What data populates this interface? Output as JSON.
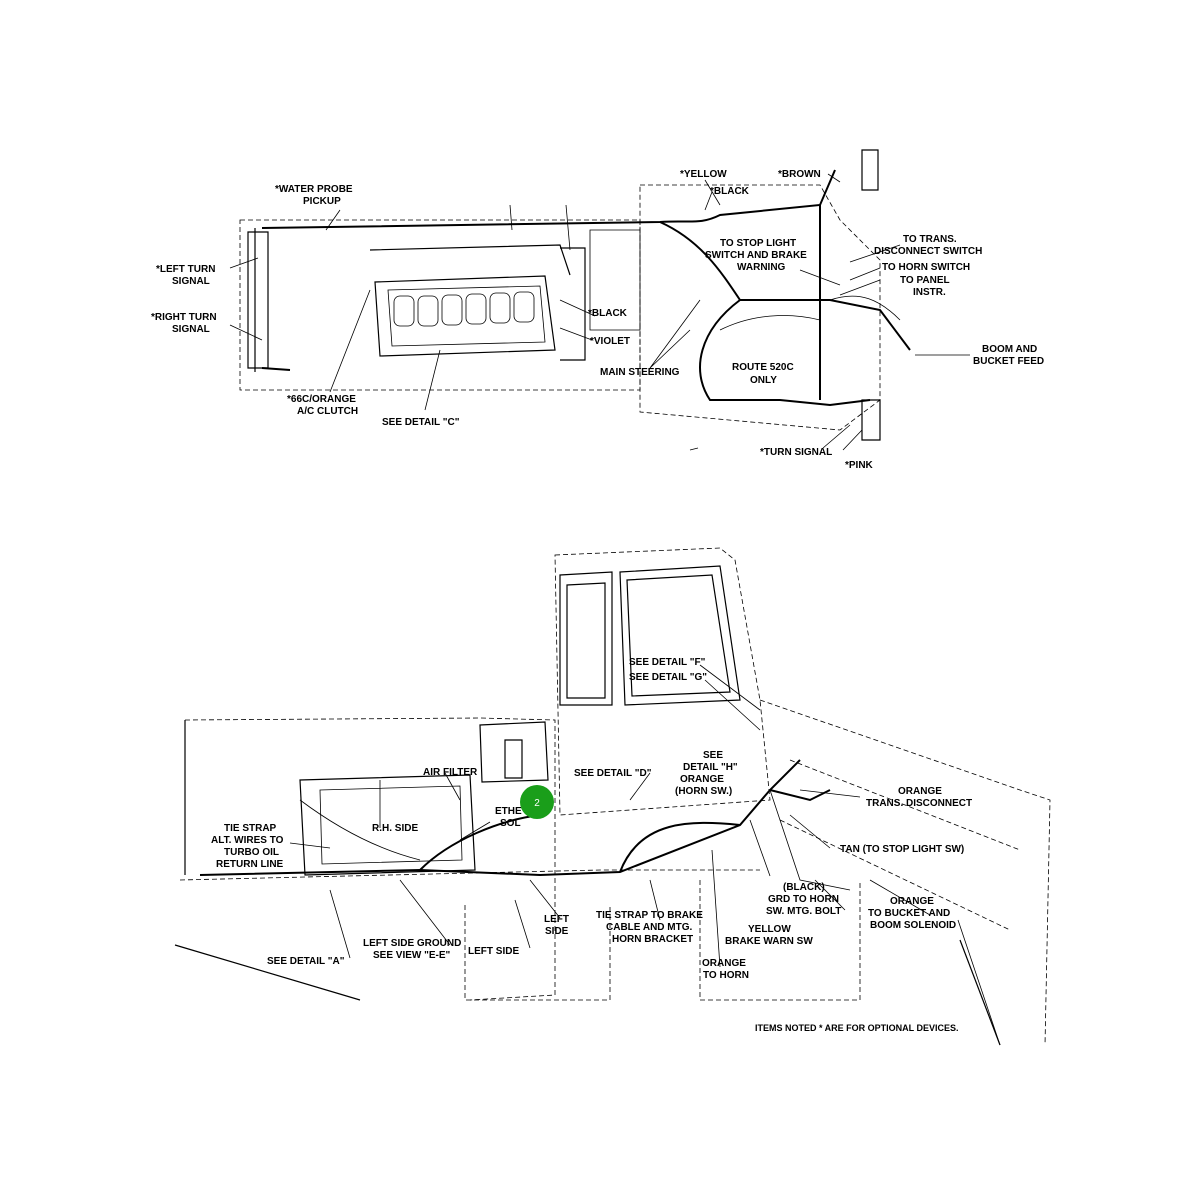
{
  "top_view": {
    "labels": {
      "water_probe": [
        "*WATER PROBE",
        "PICKUP"
      ],
      "yellow": "*YELLOW",
      "black_top": "*BLACK",
      "brown": "*BROWN",
      "left_turn": [
        "*LEFT TURN",
        "SIGNAL"
      ],
      "right_turn": [
        "*RIGHT TURN",
        "SIGNAL"
      ],
      "stop_light": [
        "TO STOP LIGHT",
        "SWITCH AND BRAKE",
        "WARNING"
      ],
      "trans_disconnect": [
        "TO TRANS.",
        "DISCONNECT SWITCH"
      ],
      "horn_switch": "TO HORN SWITCH",
      "panel_instr": [
        "TO PANEL",
        "INSTR."
      ],
      "black_mid": "*BLACK",
      "violet": "*VIOLET",
      "main_steering": "MAIN STEERING",
      "route": [
        "ROUTE 520C",
        "ONLY"
      ],
      "boom_bucket": [
        "BOOM AND",
        "BUCKET FEED"
      ],
      "ac_clutch": [
        "*66C/ORANGE",
        "A/C CLUTCH"
      ],
      "see_detail_c": "SEE DETAIL \"C\"",
      "turn_signal": "*TURN SIGNAL",
      "pink": "*PINK"
    }
  },
  "side_view": {
    "labels": {
      "detail_f": "SEE DETAIL \"F\"",
      "detail_g": "SEE DETAIL \"G\"",
      "detail_h": [
        "SEE",
        "DETAIL \"H\"",
        "ORANGE",
        "(HORN SW.)"
      ],
      "air_filter": "AIR FILTER",
      "see_detail_d": "SEE DETAIL \"D\"",
      "ether": [
        "ETHE",
        "SOL"
      ],
      "rh_side": "R.H. SIDE",
      "tie_strap_alt": [
        "TIE STRAP",
        "ALT. WIRES TO",
        "TURBO OIL",
        "RETURN LINE"
      ],
      "orange_trans": [
        "ORANGE",
        "TRANS. DISCONNECT"
      ],
      "tan_stop": "TAN (TO STOP LIGHT SW)",
      "black_grd": [
        "(BLACK)",
        "GRD TO HORN",
        "SW. MTG. BOLT"
      ],
      "orange_bucket": [
        "ORANGE",
        "TO BUCKET AND",
        "BOOM SOLENOID"
      ],
      "left_side_a": [
        "LEFT",
        "SIDE"
      ],
      "tie_strap_brake": [
        "TIE STRAP TO BRAKE",
        "CABLE AND MTG.",
        "HORN BRACKET"
      ],
      "yellow_brake": [
        "YELLOW",
        "BRAKE WARN SW"
      ],
      "left_side_ground": [
        "LEFT SIDE GROUND",
        "SEE VIEW \"E-E\""
      ],
      "left_side_b": "LEFT SIDE",
      "see_detail_a": "SEE DETAIL \"A\"",
      "orange_horn": [
        "ORANGE",
        "TO HORN"
      ]
    }
  },
  "note": "ITEMS NOTED * ARE FOR OPTIONAL DEVICES.",
  "marker": {
    "label": "2",
    "color": "#1a9e1a"
  }
}
